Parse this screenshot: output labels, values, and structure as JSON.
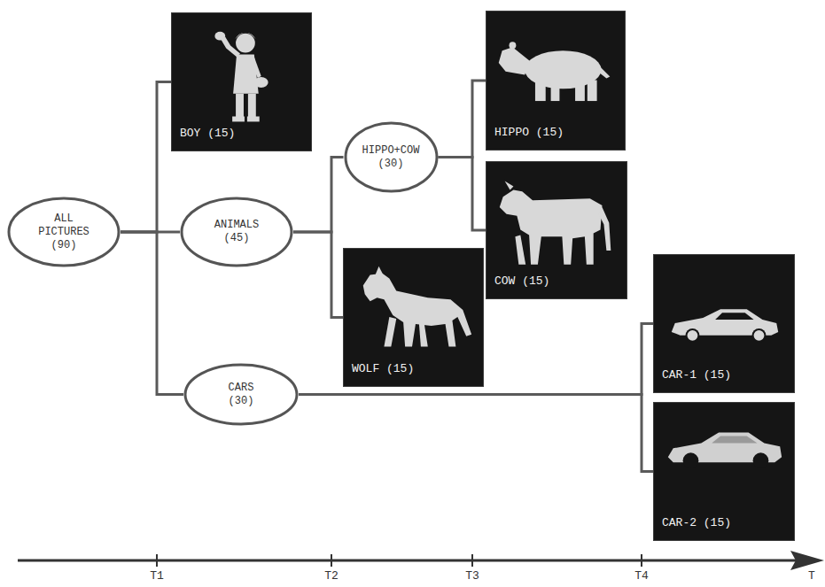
{
  "diagram": {
    "nodes": [
      {
        "text": [
          "ALL PICTURES",
          "(90)"
        ]
      },
      {
        "text": [
          "BOY (15)"
        ]
      },
      {
        "text": [
          "ANIMALS",
          "(45)"
        ]
      },
      {
        "text": [
          "CARS",
          "(30)"
        ]
      },
      {
        "text": [
          "HIPPO+COW",
          "(30)"
        ]
      },
      {
        "text": [
          "WOLF (15)"
        ]
      },
      {
        "text": [
          "HIPPO (15)"
        ]
      },
      {
        "text": [
          "COW (15)"
        ]
      },
      {
        "text": [
          "CAR-1 (15)"
        ]
      },
      {
        "text": [
          "CAR-2 (15)"
        ]
      }
    ],
    "edges": [
      {
        "from": 0,
        "to": 1,
        "arrow": "none"
      },
      {
        "from": 0,
        "to": 2,
        "arrow": "none"
      },
      {
        "from": 0,
        "to": 3,
        "arrow": "none"
      },
      {
        "from": 2,
        "to": 4,
        "arrow": "none"
      },
      {
        "from": 2,
        "to": 5,
        "arrow": "none"
      },
      {
        "from": 4,
        "to": 6,
        "arrow": "none"
      },
      {
        "from": 4,
        "to": 7,
        "arrow": "none"
      },
      {
        "from": 3,
        "to": 8,
        "arrow": "none"
      },
      {
        "from": 3,
        "to": 9,
        "arrow": "none"
      }
    ],
    "labels": [
      "T1",
      "T2",
      "T3",
      "T4",
      "T"
    ]
  }
}
